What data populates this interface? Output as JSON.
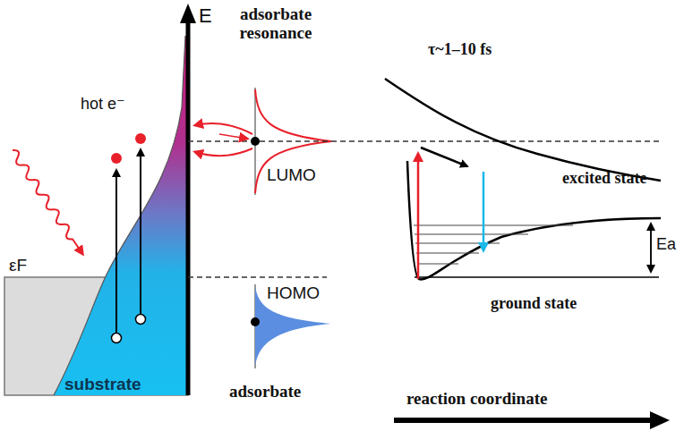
{
  "diagram": {
    "labels": [
      "E",
      "adsorbate resonance",
      "hot e⁻",
      "LUMO",
      "τ~1–10 fs",
      "excited state",
      "εF",
      "HOMO",
      "ground state",
      "Ea",
      "substrate",
      "adsorbate",
      "reaction coordinate"
    ]
  }
}
